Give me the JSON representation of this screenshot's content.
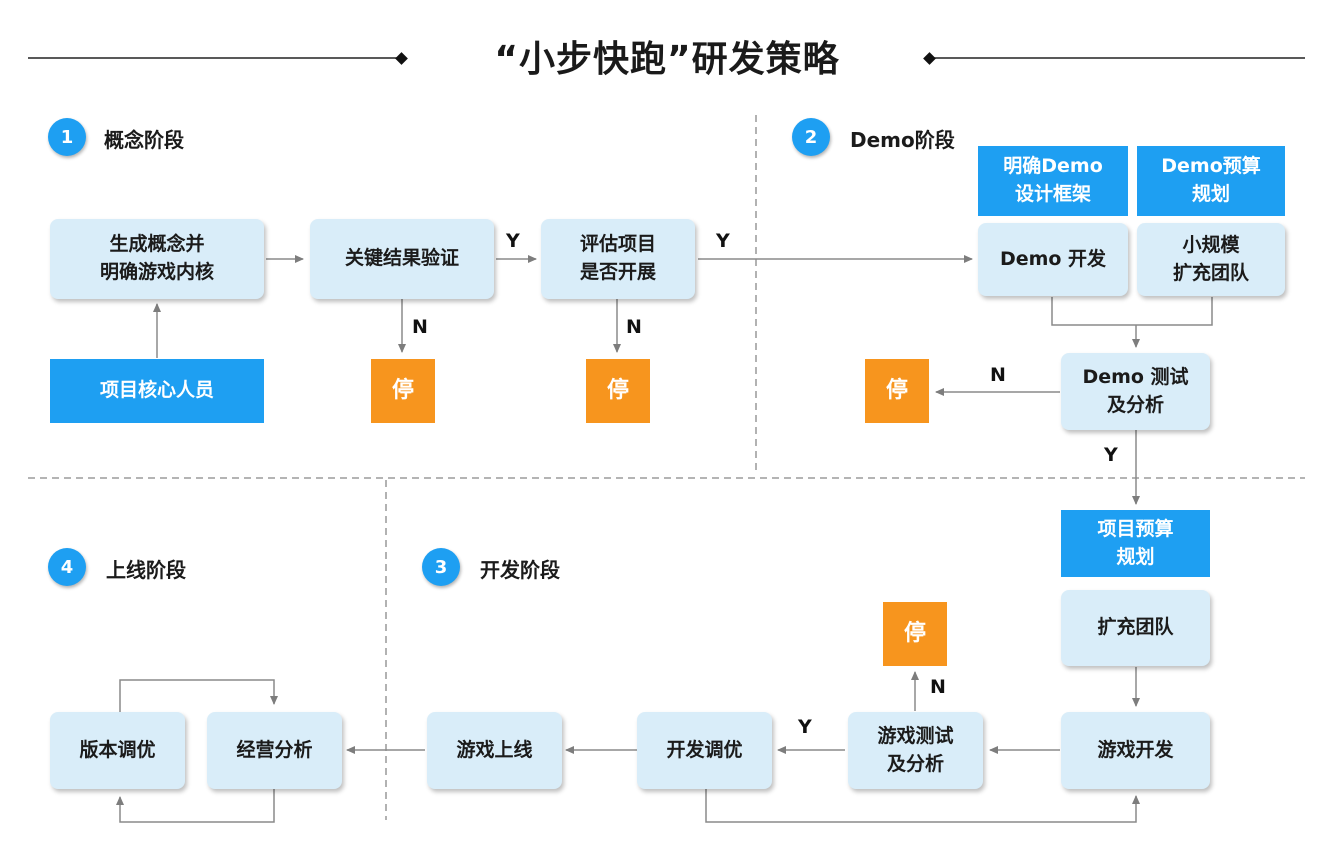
{
  "title": "“小步快跑”研发策略",
  "phases": {
    "p1": {
      "num": "1",
      "label": "概念阶段"
    },
    "p2": {
      "num": "2",
      "label": "Demo阶段"
    },
    "p3": {
      "num": "3",
      "label": "开发阶段"
    },
    "p4": {
      "num": "4",
      "label": "上线阶段"
    }
  },
  "nodes": {
    "concept": "生成概念并\n明确游戏内核",
    "core_team": "项目核心人员",
    "key_validation": "关键结果验证",
    "evaluate": "评估项目\n是否开展",
    "demo_framework": "明确Demo\n设计框架",
    "demo_budget": "Demo预算\n规划",
    "demo_dev": "Demo 开发",
    "small_team": "小规模\n扩充团队",
    "demo_test": "Demo 测试\n及分析",
    "project_budget": "项目预算\n规划",
    "expand_team": "扩充团队",
    "game_dev": "游戏开发",
    "game_test": "游戏测试\n及分析",
    "dev_tune": "开发调优",
    "launch": "游戏上线",
    "ops_analysis": "经营分析",
    "version_tune": "版本调优"
  },
  "stop_label": "停",
  "yes_label": "Y",
  "no_label": "N",
  "colors": {
    "accent_blue": "#1e9ff2",
    "stop_orange": "#f7951e",
    "node_fill": "#d9edf9",
    "line": "#8a8a8a"
  }
}
